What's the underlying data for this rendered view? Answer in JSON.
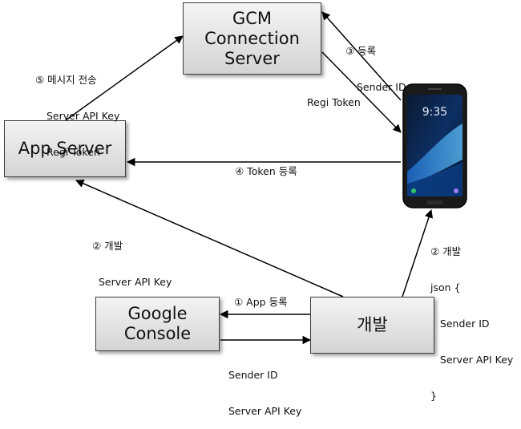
{
  "boxes": {
    "gcm": "GCM\nConnection\nServer",
    "app_server": "App Server",
    "google_console": "Google\nConsole",
    "dev": "개발"
  },
  "labels": {
    "step5": [
      "⑤ 메시지 전송",
      "Server API Key",
      "Regi Token"
    ],
    "step3": [
      "③ 등록",
      "Sender ID"
    ],
    "regi_token": "Regi Token",
    "step4": "④ Token 등록",
    "step2_left": [
      "② 개발",
      "Server API Key"
    ],
    "step2_right": [
      "② 개발",
      "json {",
      "   Sender ID",
      "   Server API Key",
      "}"
    ],
    "step1": "① App 등록",
    "sender_bottom": [
      "Sender ID",
      "Server API Key"
    ]
  },
  "phone": {
    "clock": "9:35"
  },
  "colors": {
    "box_border": "#3c3c3c",
    "arrow": "#000000"
  }
}
